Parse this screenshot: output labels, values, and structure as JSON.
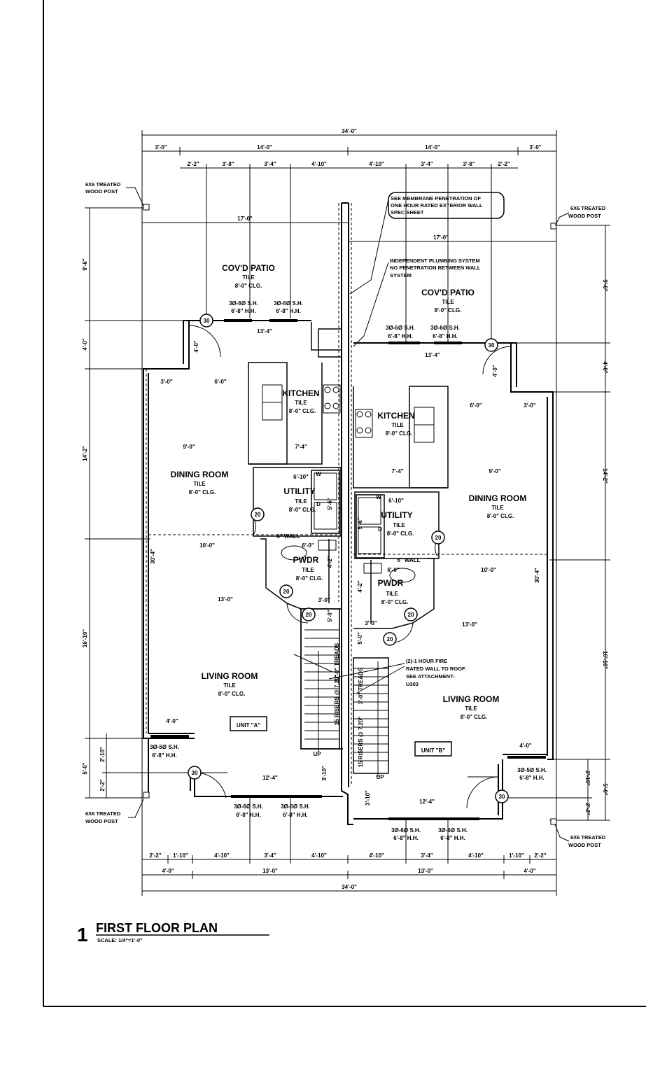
{
  "dims": {
    "overall_top": "34'-0\"",
    "overall_bottom": "34'-0\"",
    "top_row1": [
      "3'-0\"",
      "14'-0\"",
      "14'-0\"",
      "3'-0\""
    ],
    "top_row2": [
      "2'-2\"",
      "3'-8\"",
      "3'-4\"",
      "4'-10\"",
      "4'-10\"",
      "3'-4\"",
      "3'-8\"",
      "2'-2\""
    ],
    "bottom_row1": [
      "2'-2\"",
      "1'-10\"",
      "4'-10\"",
      "3'-4\"",
      "4'-10\"",
      "4'-10\"",
      "3'-4\"",
      "4'-10\"",
      "1'-10\"",
      "2'-2\""
    ],
    "bottom_row2": [
      "4'-0\"",
      "13'-0\"",
      "13'-0\"",
      "4'-0\""
    ],
    "left": [
      "9'-6\"",
      "4'-0\"",
      "14'-2\"",
      "16'-10\"",
      "5'-0\"",
      "2'-10\"",
      "2'-2\""
    ],
    "right": [
      "9'-6\"",
      "4'-0\"",
      "14'-2\"",
      "16'-10\"",
      "5'-0\"",
      "2'-10\"",
      "2'-2\""
    ],
    "interior": {
      "patio_a_width": "17'-0\"",
      "patio_b_width": "17'-0\"",
      "a_13_4": "13'-4\"",
      "b_13_4": "13'-4\"",
      "a_3_0": "3'-0\"",
      "a_6_0": "6'-0\"",
      "b_6_0": "6'-0\"",
      "b_3_0": "3'-0\"",
      "a_9_0": "9'-0\"",
      "a_7_4": "7'-4\"",
      "b_7_4": "7'-4\"",
      "b_9_0": "9'-0\"",
      "a_6_10": "6'-10\"",
      "b_6_10": "6'-10\"",
      "a_10_0": "10'-0\"",
      "b_10_0": "10'-0\"",
      "a_13_0": "13'-0\"",
      "b_13_0": "13'-0\"",
      "a_4_0": "4'-0\"",
      "b_4_0": "4'-0\"",
      "a_12_4": "12'-4\"",
      "b_12_4": "12'-4\"",
      "a_30_4": "30'-4\"",
      "b_30_4": "30'-4\"",
      "a_4_0_door": "4'-0\"",
      "b_4_0_door": "4'-0\"",
      "a_3_0_stair": "3'-0\"",
      "b_3_0_stair": "3'-0\"",
      "a_3_10": "3'-10\"",
      "b_3_10": "3'-10\"",
      "a_5_0": "5'-0\"",
      "b_5_0": "5'-0\"",
      "a_5_6": "5'-6\"",
      "b_5_6": "5'-6\"",
      "a_4_2": "4'-2\"",
      "b_4_2": "4'-2\"",
      "a_6_wall": "6\" WALL",
      "b_6_wall": "6\" WALL",
      "a_6_0_pwdr": "6'-0\"",
      "b_6_0_pwdr": "6'-0\""
    }
  },
  "rooms": {
    "a_patio": [
      "COV'D PATIO",
      "TILE",
      "8'-0\" CLG."
    ],
    "b_patio": [
      "COV'D PATIO",
      "TILE",
      "8'-0\" CLG."
    ],
    "a_kitchen": [
      "KITCHEN",
      "TILE",
      "8'-0\" CLG."
    ],
    "b_kitchen": [
      "KITCHEN",
      "TILE",
      "8'-0\" CLG."
    ],
    "a_dining": [
      "DINING ROOM",
      "TILE",
      "8'-0\" CLG."
    ],
    "b_dining": [
      "DINING ROOM",
      "TILE",
      "8'-0\" CLG."
    ],
    "a_utility": [
      "UTILITY",
      "TILE",
      "8'-0\" CLG."
    ],
    "b_utility": [
      "UTILITY",
      "TILE",
      "8'-0\" CLG."
    ],
    "a_pwdr": [
      "PWDR",
      "TILE",
      "8'-0\" CLG."
    ],
    "b_pwdr": [
      "PWDR",
      "TILE",
      "8'-0\" CLG."
    ],
    "a_living": [
      "LIVING ROOM",
      "TILE",
      "8'-0\" CLG."
    ],
    "b_living": [
      "LIVING ROOM",
      "TILE",
      "8'-0\" CLG."
    ]
  },
  "units": {
    "a": "UNIT \"A\"",
    "b": "UNIT \"B\""
  },
  "windows": {
    "sh": "3Ø-6Ø S.H.",
    "hh": "6'-8\" H.H.",
    "sh_small": "3Ø-5Ø S.H."
  },
  "doors": {
    "d20": "20",
    "d30": "30"
  },
  "appliances": {
    "washer": "W",
    "dryer": "D"
  },
  "stairs": {
    "risers": "15 RISERS @ 7.20\"",
    "treads": "3'-0\" TREADS",
    "up": "UP"
  },
  "notes": {
    "post_tl": [
      "6X6 TREATED",
      "WOOD POST"
    ],
    "post_tr": [
      "6X6 TREATED",
      "WOOD POST"
    ],
    "post_bl": [
      "6X6 TREATED",
      "WOOD POST"
    ],
    "post_br": [
      "6X6 TREATED",
      "WOOD POST"
    ],
    "membrane": [
      "SEE MEMBRANE PENETRATION OF",
      "ONE HOUR RATED EXTERIOR WALL",
      "SPEC SHEET"
    ],
    "plumbing": [
      "INDEPENDENT PLUMBING SYSTEM",
      "NO PENETRATION BETWEEN WALL",
      "SYSTEM"
    ],
    "fire": [
      "(2)-1 HOUR FIRE",
      "RATED WALL TO ROOF.",
      "SEE ATTACHMENT-",
      "U303"
    ]
  },
  "title": {
    "number": "1",
    "name": "FIRST FLOOR PLAN",
    "scale": "SCALE: 1/4\"=1'-0\""
  }
}
